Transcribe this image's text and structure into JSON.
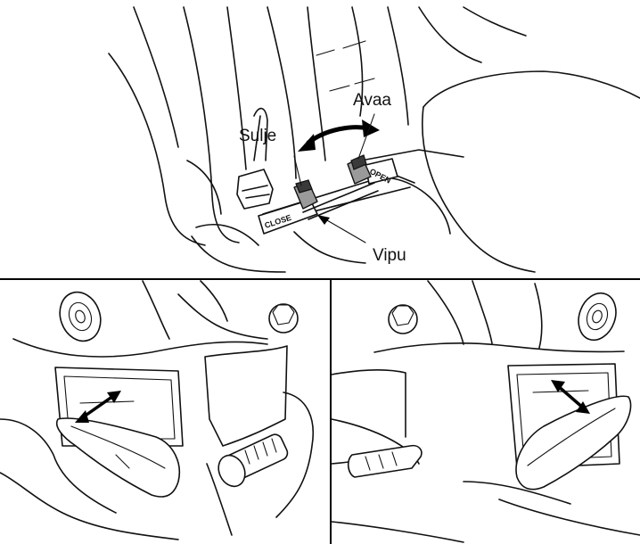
{
  "callouts": {
    "close": "Sulje",
    "open": "Avaa",
    "lever": "Vipu"
  },
  "plates": {
    "close": "CLOSE",
    "open": "OPEN"
  },
  "panels": [
    "top-lever-view",
    "bottom-left-door-view",
    "bottom-right-door-view"
  ]
}
